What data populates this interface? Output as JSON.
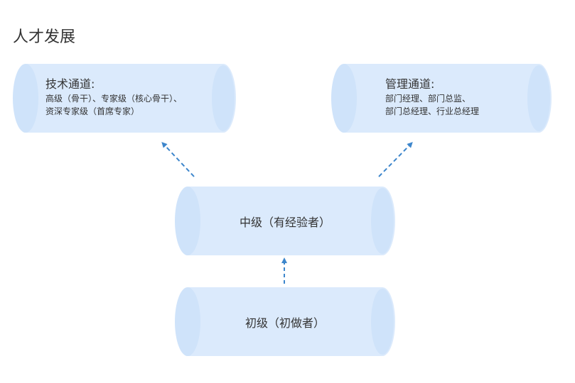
{
  "page": {
    "title": "人才发展"
  },
  "diagram": {
    "tech": {
      "title": "技术通道:",
      "lines": [
        "高级（骨干）、专家级（核心骨干）、",
        "资深专家级（首席专家）"
      ]
    },
    "mgmt": {
      "title": "管理通道:",
      "lines": [
        "部门经理、部门总监、",
        "部门总经理、行业总经理"
      ]
    },
    "mid": {
      "label": "中级（有经验者）"
    },
    "junior": {
      "label": "初级（初做者）"
    },
    "colors": {
      "body": "#dbeafc",
      "cap": "#cfe3fa",
      "arrow": "#3d86cc"
    }
  }
}
